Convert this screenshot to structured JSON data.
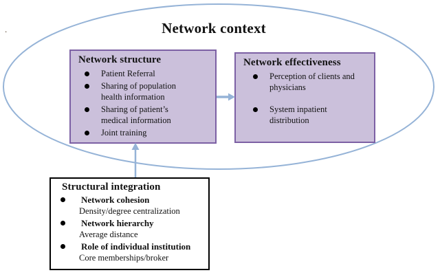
{
  "diagram": {
    "stray_mark": ".",
    "context": {
      "title": "Network context"
    },
    "colors": {
      "ellipse_stroke": "#95b3d7",
      "arrow": "#95b3d7",
      "concept_box_fill": "#cbc0db",
      "concept_box_border": "#7c60a4",
      "outcome_box_border": "#000000",
      "text": "#111111"
    },
    "network_structure": {
      "title": "Network structure",
      "items": [
        "Patient Referral",
        "Sharing of population\nhealth information",
        "Sharing of patient’s\nmedical information",
        "Joint training"
      ]
    },
    "network_effectiveness": {
      "title": "Network effectiveness",
      "items": [
        "Perception of clients and\nphysicians",
        "System inpatient\ndistribution"
      ]
    },
    "structural_integration": {
      "title": "Structural integration",
      "items": [
        {
          "label": "Network cohesion",
          "detail": "Density/degree centralization"
        },
        {
          "label": "Network hierarchy",
          "detail": "Average distance"
        },
        {
          "label": "Role of individual institution",
          "detail": "Core memberships/broker"
        }
      ]
    }
  }
}
